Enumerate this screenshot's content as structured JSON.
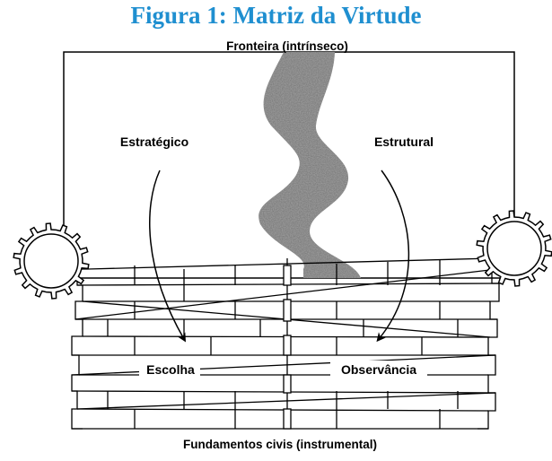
{
  "title": "Figura 1: Matriz da Virtude",
  "labels": {
    "top": "Fronteira (intrínseco)",
    "left": "Estratégico",
    "right": "Estrutural",
    "choice": "Escolha",
    "observance": "Observância",
    "bottom": "Fundamentos civis (instrumental)"
  },
  "colors": {
    "title": "#1f8fd0",
    "lines": "#000000",
    "river": "#8f8f8f",
    "background": "#ffffff"
  },
  "icons": {
    "left_gear": "gear-icon",
    "right_gear": "gear-icon"
  }
}
